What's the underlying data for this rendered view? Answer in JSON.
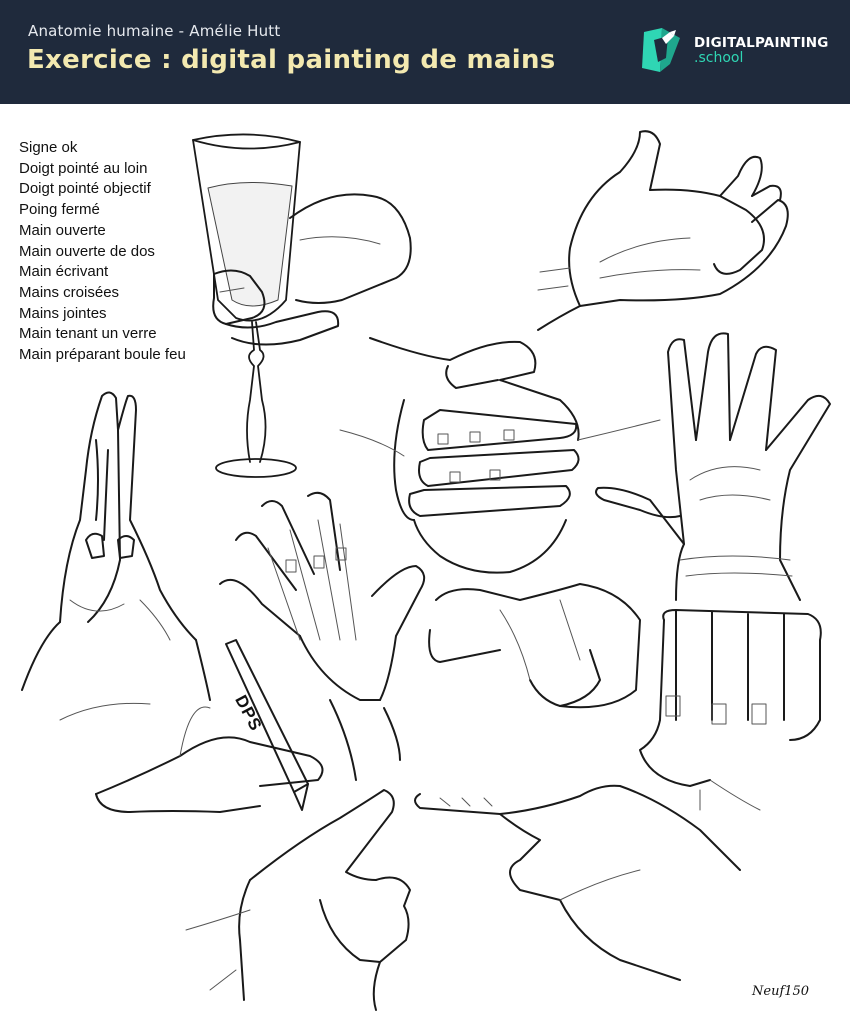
{
  "header": {
    "subtitle": "Anatomie humaine - Amélie Hutt",
    "title": "Exercice : digital painting de mains",
    "logo": {
      "brand": "DIGITALPAINTING",
      "sub": ".school",
      "colors": {
        "primary": "#2fd6b4",
        "secondary": "#1fa78d"
      }
    }
  },
  "poses": [
    "Signe ok",
    "Doigt pointé au loin",
    "Doigt pointé objectif",
    "Poing fermé",
    "Main ouverte",
    "Main ouverte de dos",
    "Main écrivant",
    "Mains croisées",
    "Mains jointes",
    "Main tenant un verre",
    "Main préparant boule feu"
  ],
  "pencil_label": "DPS",
  "signature": "Neuf150",
  "colors": {
    "header_bg": "#1f2a3c",
    "title": "#f3e9b0",
    "line_art": "#1a1a1a"
  }
}
